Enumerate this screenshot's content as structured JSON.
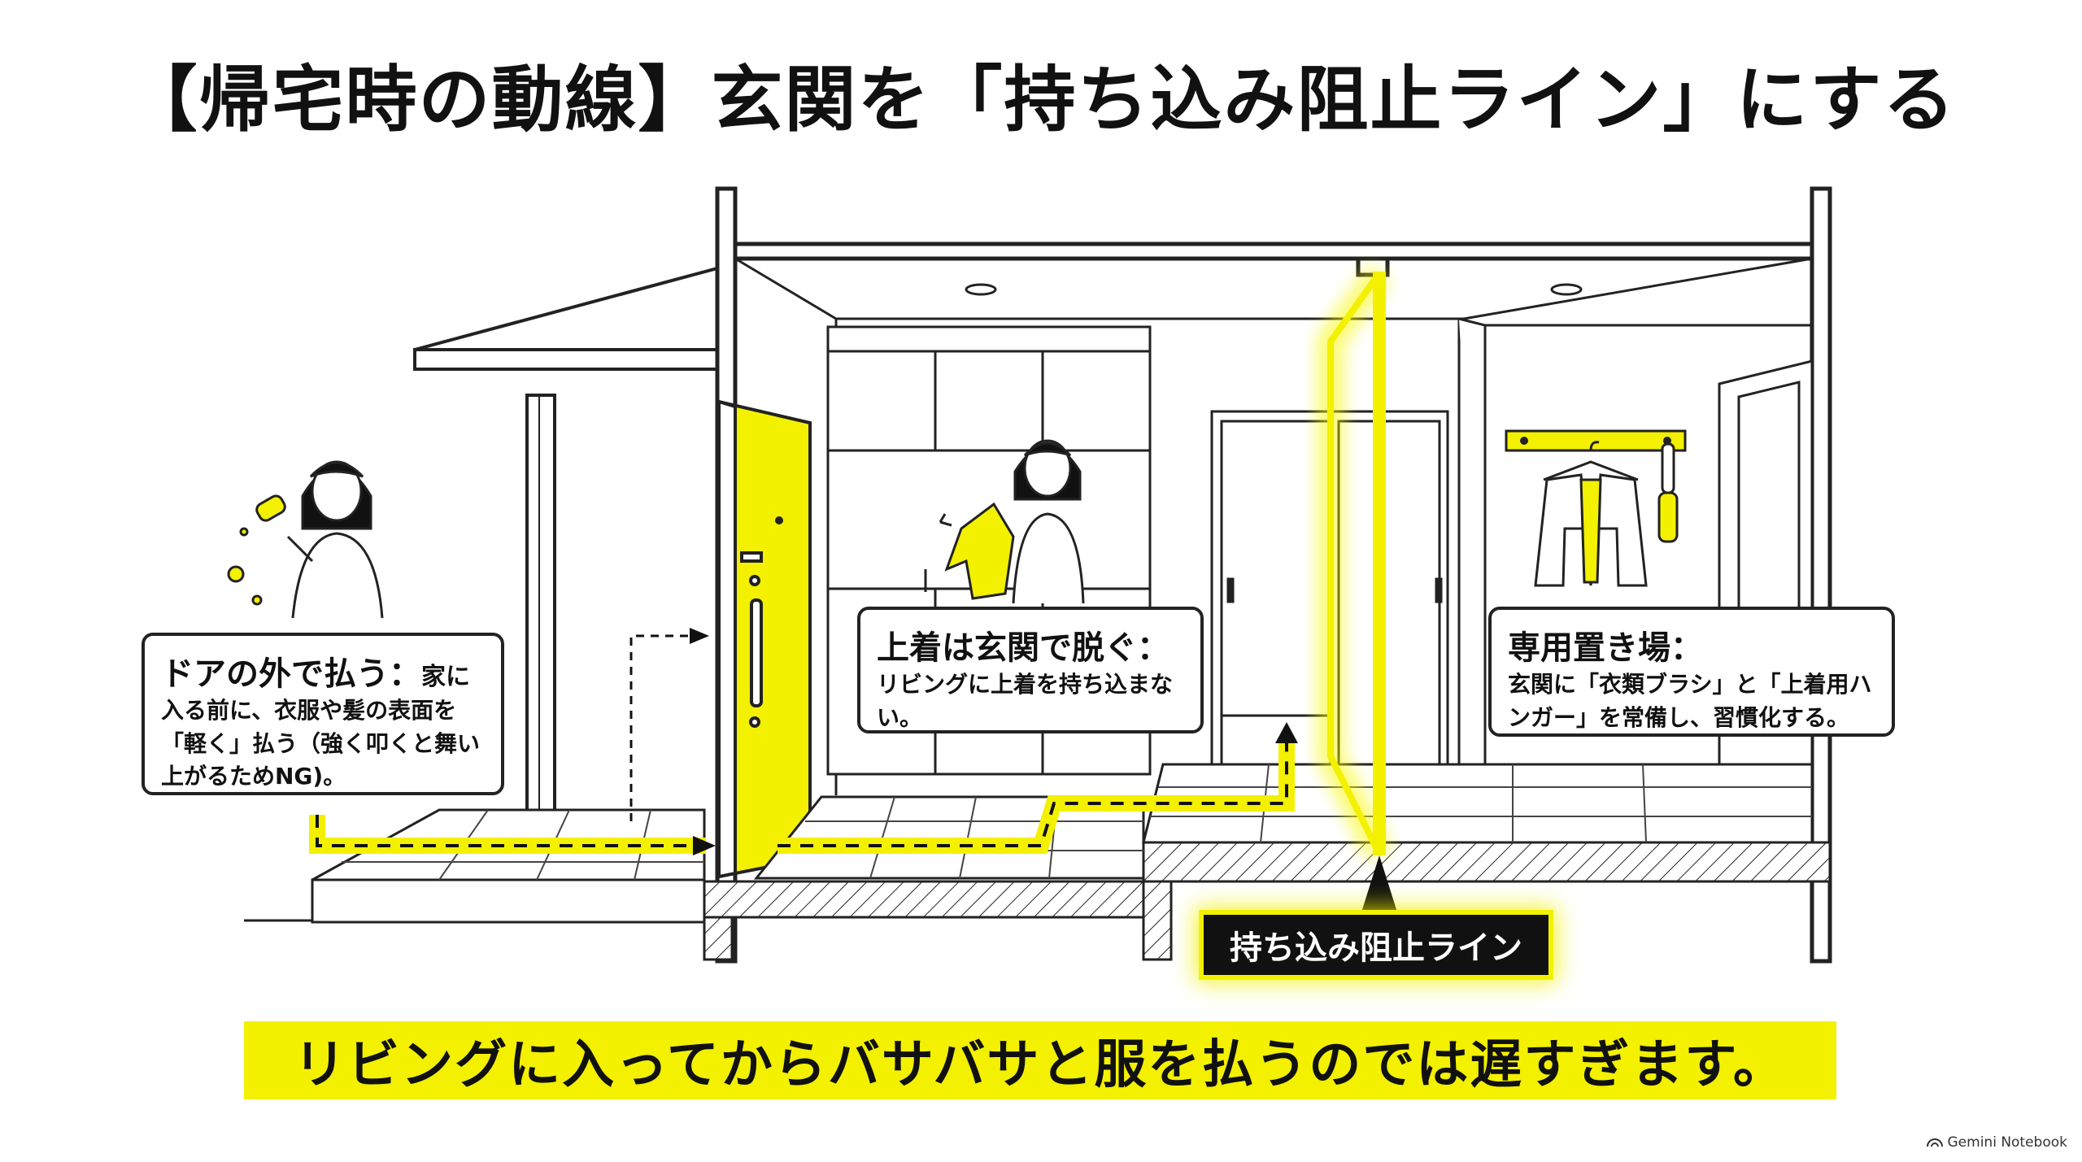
{
  "title": "【帰宅時の動線】玄関を「持ち込み阻止ライン」にする",
  "callouts": {
    "outside": {
      "head": "ドアの外で払う：",
      "inline": "家に",
      "body": "入る前に、衣服や髪の表面を「軽く」払う（強く叩くと舞い上がるためNG)。"
    },
    "entry": {
      "head": "上着は玄関で脱ぐ：",
      "body": "リビングに上着を持ち込まない。"
    },
    "storage": {
      "head": "専用置き場：",
      "body": "玄関に「衣類ブラシ」と「上着用ハンガー」を常備し、習慣化する。"
    }
  },
  "barrier_label": "持ち込み阻止ライン",
  "banner": "リビングに入ってからバサバサと服を払うのでは遅すぎます。",
  "brand": "Gemini Notebook",
  "colors": {
    "accent": "#f3f000",
    "ink": "#111111",
    "glow": "#f7f700"
  }
}
